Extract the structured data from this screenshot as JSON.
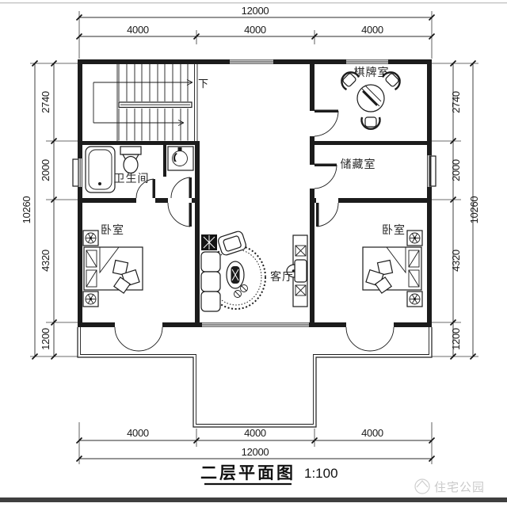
{
  "drawing": {
    "title": "二层平面图",
    "scale": "1:100",
    "watermark": "住宅公园"
  },
  "rooms": {
    "stairs_down": "下",
    "bathroom": "卫生间",
    "game_room": "棋牌室",
    "storage_room": "储藏室",
    "bedroom_left": "卧室",
    "bedroom_right": "卧室",
    "living_room": "客厅"
  },
  "dimensions": {
    "top": {
      "total": "12000",
      "segments": [
        "4000",
        "4000",
        "4000"
      ]
    },
    "bottom": {
      "total": "12000",
      "segments": [
        "4000",
        "4000",
        "4000"
      ]
    },
    "left": {
      "total": "10260",
      "segments": [
        "2740",
        "2000",
        "4320",
        "1200"
      ]
    },
    "right": {
      "total": "10260",
      "segments": [
        "2740",
        "2000",
        "4320",
        "1200"
      ]
    }
  },
  "colors": {
    "ink": "#1c1c1c",
    "watermark_gray": "#c9c9c9",
    "footer_bar": "#3f3f3f",
    "top_rule": "#c0c0c0"
  }
}
